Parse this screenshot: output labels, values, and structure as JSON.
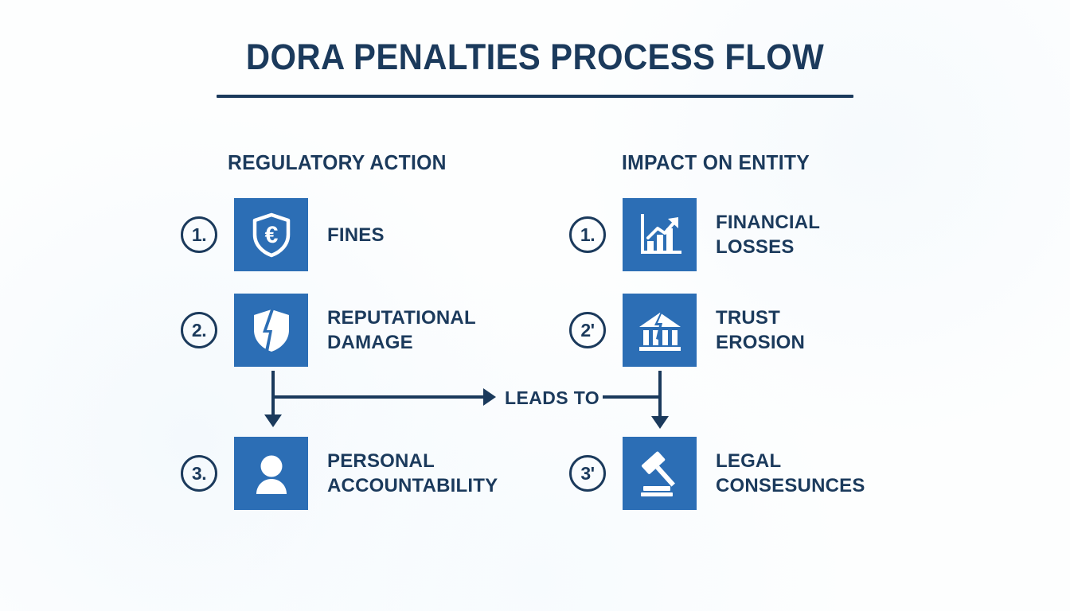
{
  "title": "DORA PENALTIES PROCESS FLOW",
  "colors": {
    "navy": "#1b3a5c",
    "tile_blue": "#2c6eb5",
    "background": "#fdfefe"
  },
  "columns": [
    {
      "heading": "REGULATORY ACTION",
      "items": [
        {
          "number": "1.",
          "icon": "shield-euro-icon",
          "label": "FINES"
        },
        {
          "number": "2.",
          "icon": "cracked-shield-icon",
          "label": "REPUTATIONAL\nDAMAGE"
        },
        {
          "number": "3.",
          "icon": "person-icon",
          "label": "PERSONAL\nACCOUNTABILITY"
        }
      ]
    },
    {
      "heading": "IMPACT ON ENTITY",
      "items": [
        {
          "number": "1.",
          "icon": "bar-chart-growth-icon",
          "label": "FINANCIAL\nLOSSES"
        },
        {
          "number": "2'",
          "icon": "cracked-bank-icon",
          "label": "TRUST\nEROSION"
        },
        {
          "number": "3'",
          "icon": "gavel-icon",
          "label": "LEGAL\nCONSESUNCES"
        }
      ]
    }
  ],
  "connector": {
    "label": "LEADS TO"
  }
}
